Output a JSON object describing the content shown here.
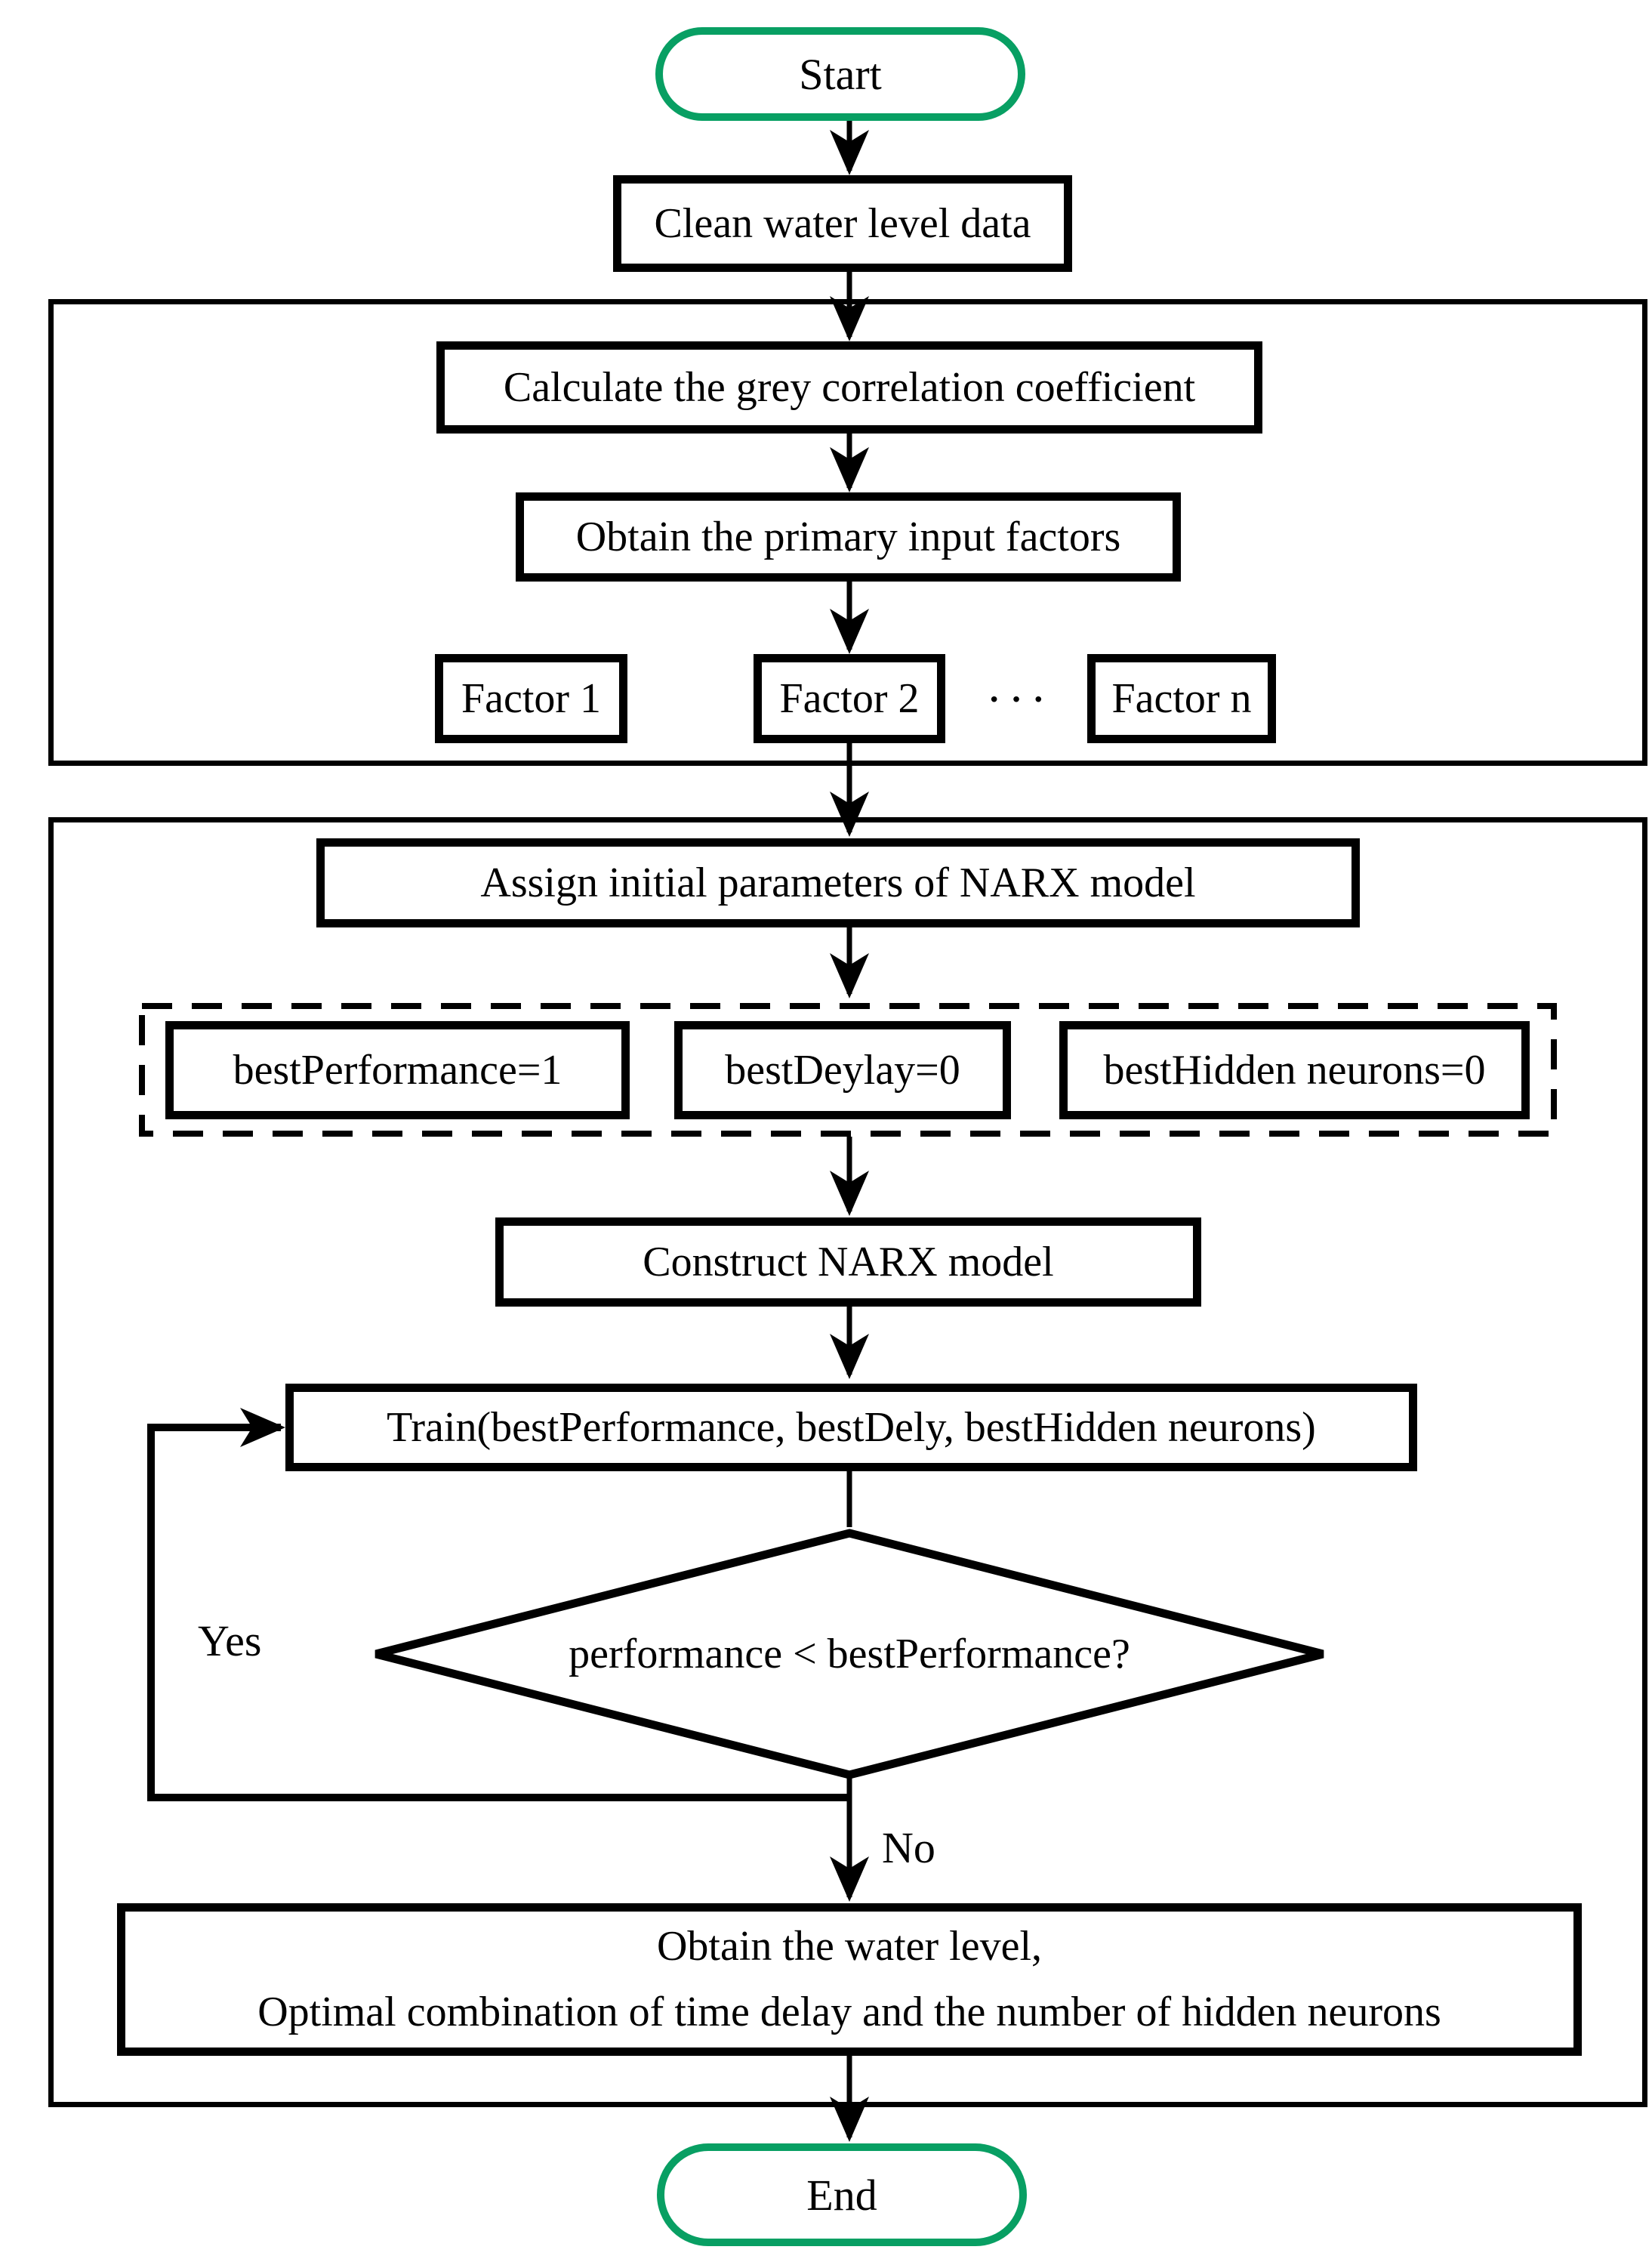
{
  "figure": {
    "type": "flowchart",
    "description": "NARX model water level prediction workflow"
  },
  "colors": {
    "terminal_border": "#089f63",
    "connector": "#000000",
    "node_border": "#000000",
    "background": "#ffffff"
  },
  "nodes": {
    "start": "Start",
    "clean": "Clean water level data",
    "calc": "Calculate the grey correlation coefficient",
    "obtain": "Obtain the primary input factors",
    "factor1": "Factor 1",
    "factor2": "Factor 2",
    "factor_dots": "···",
    "factorn": "Factor n",
    "assign": "Assign initial parameters of NARX model",
    "best_performance": "bestPerformance=1",
    "best_delay": "bestDeylay=0",
    "best_hidden": "bestHidden neurons=0",
    "construct": "Construct NARX model",
    "train": "Train(bestPerformance, bestDely, bestHidden neurons)",
    "decision": "performance < bestPerformance?",
    "result_line1": "Obtain the water level,",
    "result_line2": "Optimal combination of time delay and the number of hidden neurons",
    "end": "End"
  },
  "labels": {
    "yes": "Yes",
    "no": "No"
  }
}
